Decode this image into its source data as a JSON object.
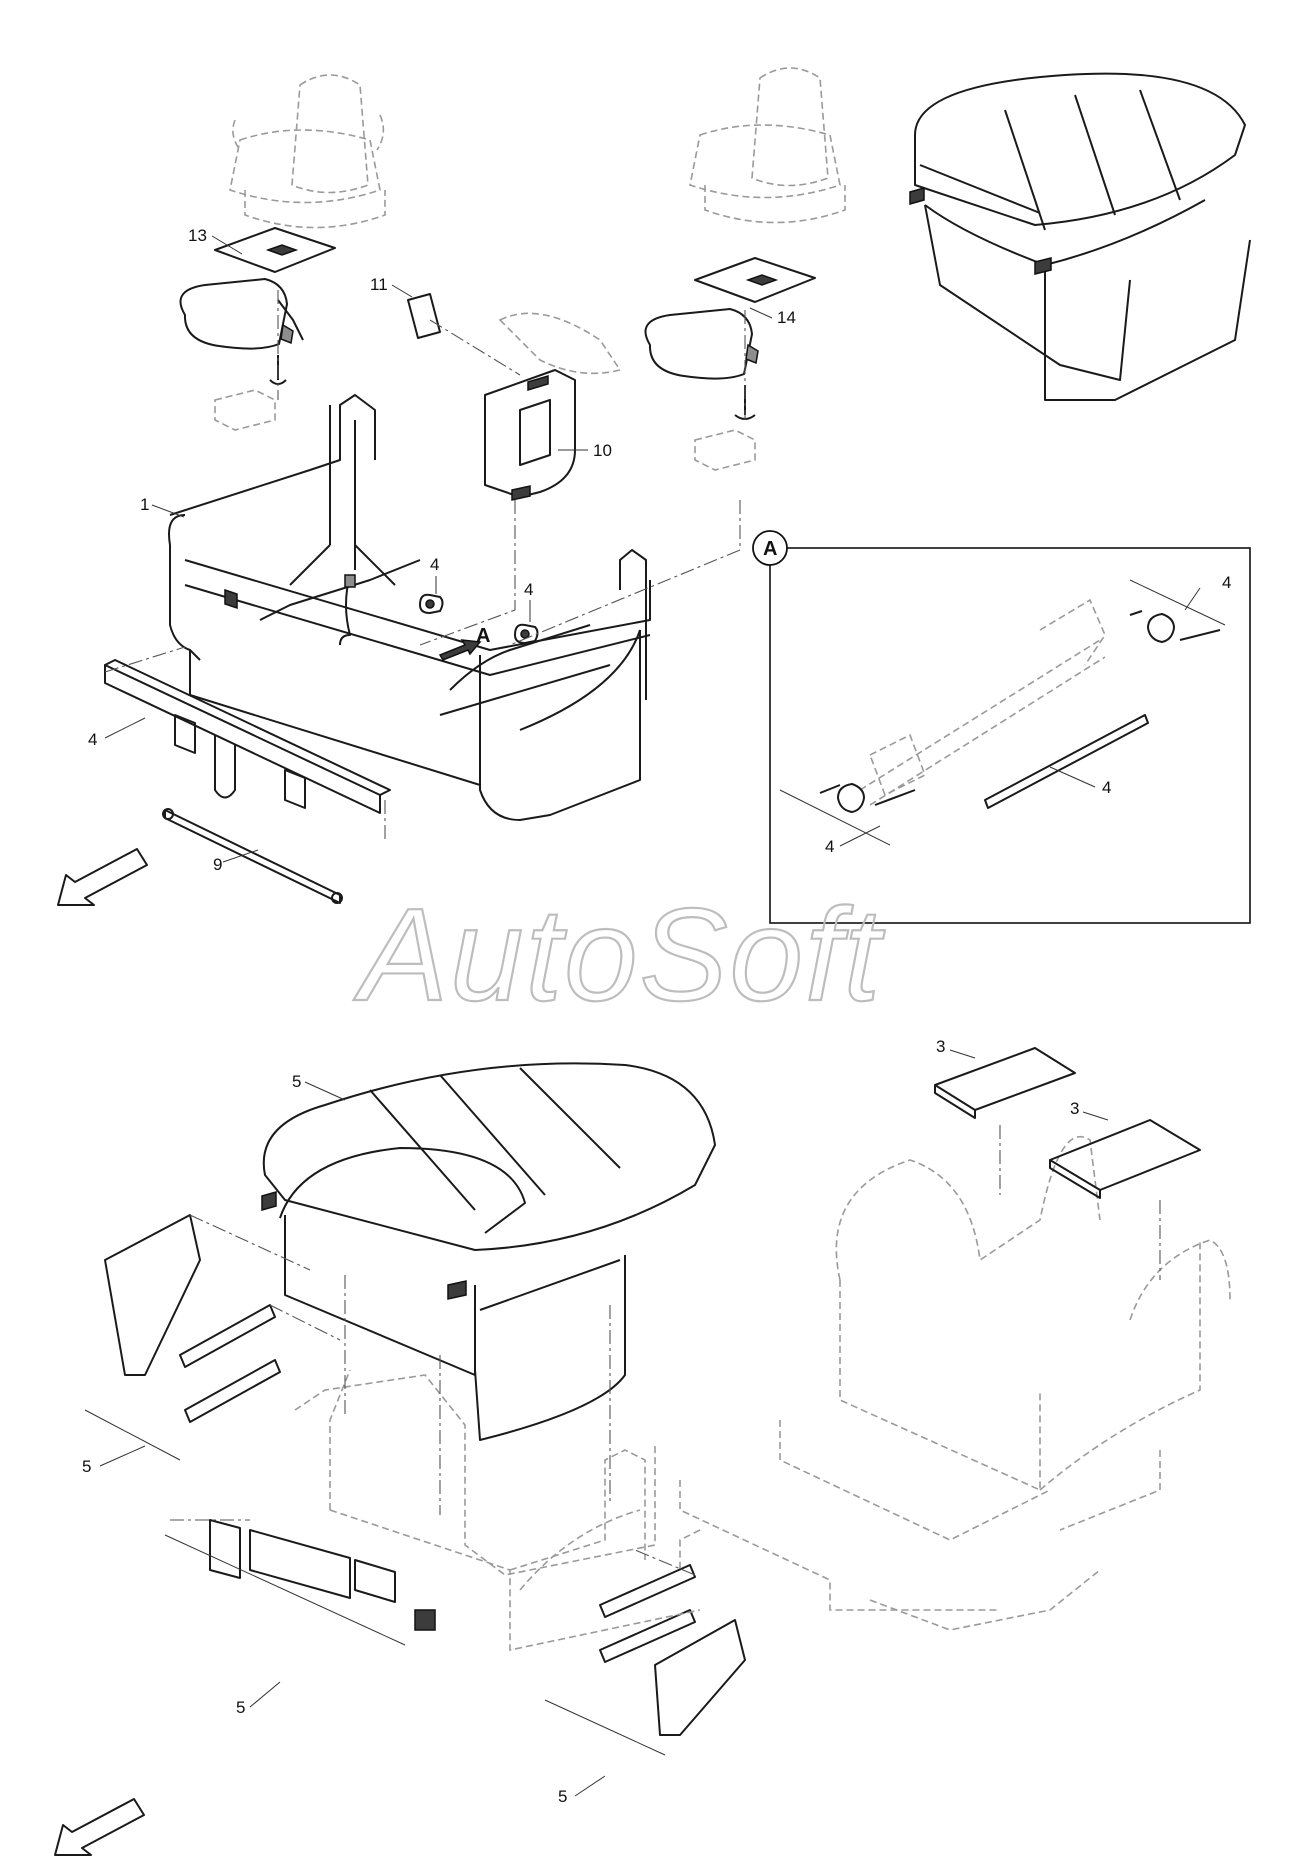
{
  "watermark": "AutoSoft",
  "detail": {
    "id": "A",
    "callout": "A"
  },
  "callouts": [
    {
      "key": "c13",
      "text": "13"
    },
    {
      "key": "c11",
      "text": "11"
    },
    {
      "key": "c14",
      "text": "14"
    },
    {
      "key": "c10",
      "text": "10"
    },
    {
      "key": "c1",
      "text": "1"
    },
    {
      "key": "c4a",
      "text": "4"
    },
    {
      "key": "c4b",
      "text": "4"
    },
    {
      "key": "c4c",
      "text": "4"
    },
    {
      "key": "c9",
      "text": "9"
    },
    {
      "key": "c4d",
      "text": "4"
    },
    {
      "key": "c4e",
      "text": "4"
    },
    {
      "key": "c4f",
      "text": "4"
    },
    {
      "key": "c5a",
      "text": "5"
    },
    {
      "key": "c3a",
      "text": "3"
    },
    {
      "key": "c3b",
      "text": "3"
    },
    {
      "key": "c5b",
      "text": "5"
    },
    {
      "key": "c5c",
      "text": "5"
    },
    {
      "key": "c5d",
      "text": "5"
    }
  ],
  "labels": {
    "c13": "13",
    "c11": "11",
    "c14": "14",
    "c10": "10",
    "c1": "1",
    "c4a": "4",
    "c4b": "4",
    "c4c": "4",
    "c9": "9",
    "c4d": "4",
    "c4e": "4",
    "c4f": "4",
    "c5a": "5",
    "c3a": "3",
    "c3b": "3",
    "c5b": "5",
    "c5c": "5",
    "c5d": "5"
  }
}
